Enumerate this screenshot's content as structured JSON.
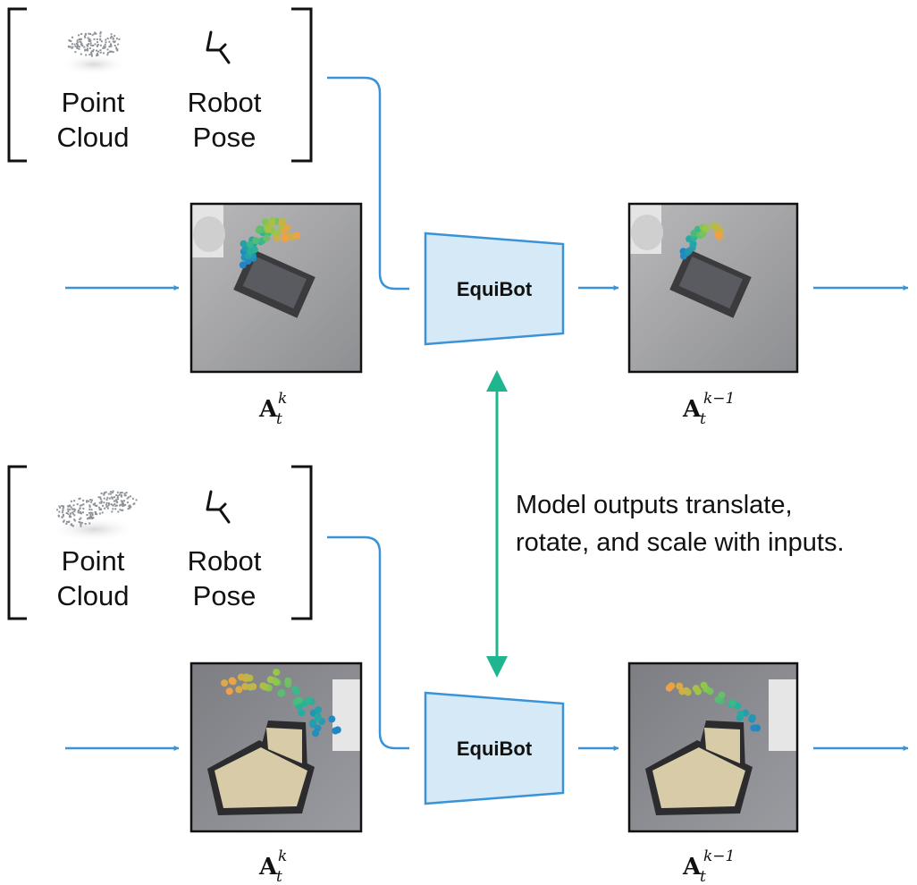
{
  "colors": {
    "arrow": "#3a93d6",
    "sync_arrow": "#1fb58f",
    "block_fill": "#d6e9f7",
    "block_stroke": "#3a93d6"
  },
  "top": {
    "inputs": {
      "point_cloud": {
        "line1": "Point",
        "line2": "Cloud",
        "icon": "point-cloud-icon"
      },
      "robot_pose": {
        "line1": "Robot",
        "line2": "Pose",
        "icon": "gripper-icon"
      }
    },
    "model_label": "EquiBot",
    "action_in": {
      "main": "A",
      "sub": "t",
      "sup": "k"
    },
    "action_out": {
      "main": "A",
      "sub": "t",
      "sup": "k−1"
    }
  },
  "bottom": {
    "inputs": {
      "point_cloud": {
        "line1": "Point",
        "line2": "Cloud",
        "icon": "point-cloud-icon"
      },
      "robot_pose": {
        "line1": "Robot",
        "line2": "Pose",
        "icon": "gripper-icon"
      }
    },
    "model_label": "EquiBot",
    "action_in": {
      "main": "A",
      "sub": "t",
      "sup": "k"
    },
    "action_out": {
      "main": "A",
      "sub": "t",
      "sup": "k−1"
    }
  },
  "note": {
    "line1": "Model outputs translate,",
    "line2": "rotate, and scale with inputs."
  }
}
